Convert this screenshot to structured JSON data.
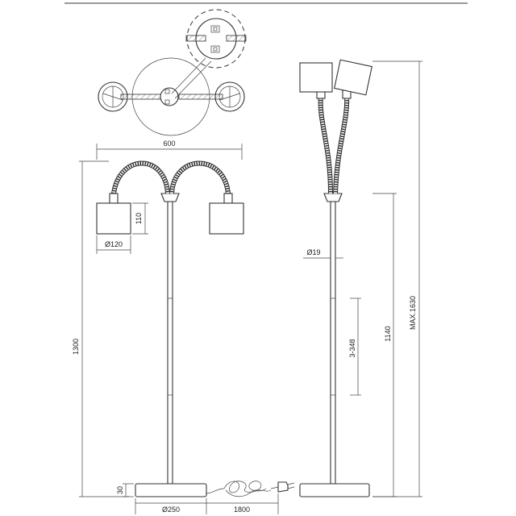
{
  "dimensions": {
    "width": "600",
    "height_total": "1300",
    "shade_height": "110",
    "shade_diameter": "Ø120",
    "pole_diameter": "Ø19",
    "base_height": "30",
    "base_diameter": "Ø250",
    "cable_length": "1800",
    "switch_range": "3-348",
    "min_height": "1140",
    "max_height": "MAX.1630"
  },
  "colors": {
    "line": "#333333",
    "background": "#ffffff"
  },
  "icons": [
    "floor-lamp-front-view",
    "floor-lamp-side-view",
    "top-view",
    "detail-view",
    "plug-icon",
    "coiled-cable"
  ]
}
